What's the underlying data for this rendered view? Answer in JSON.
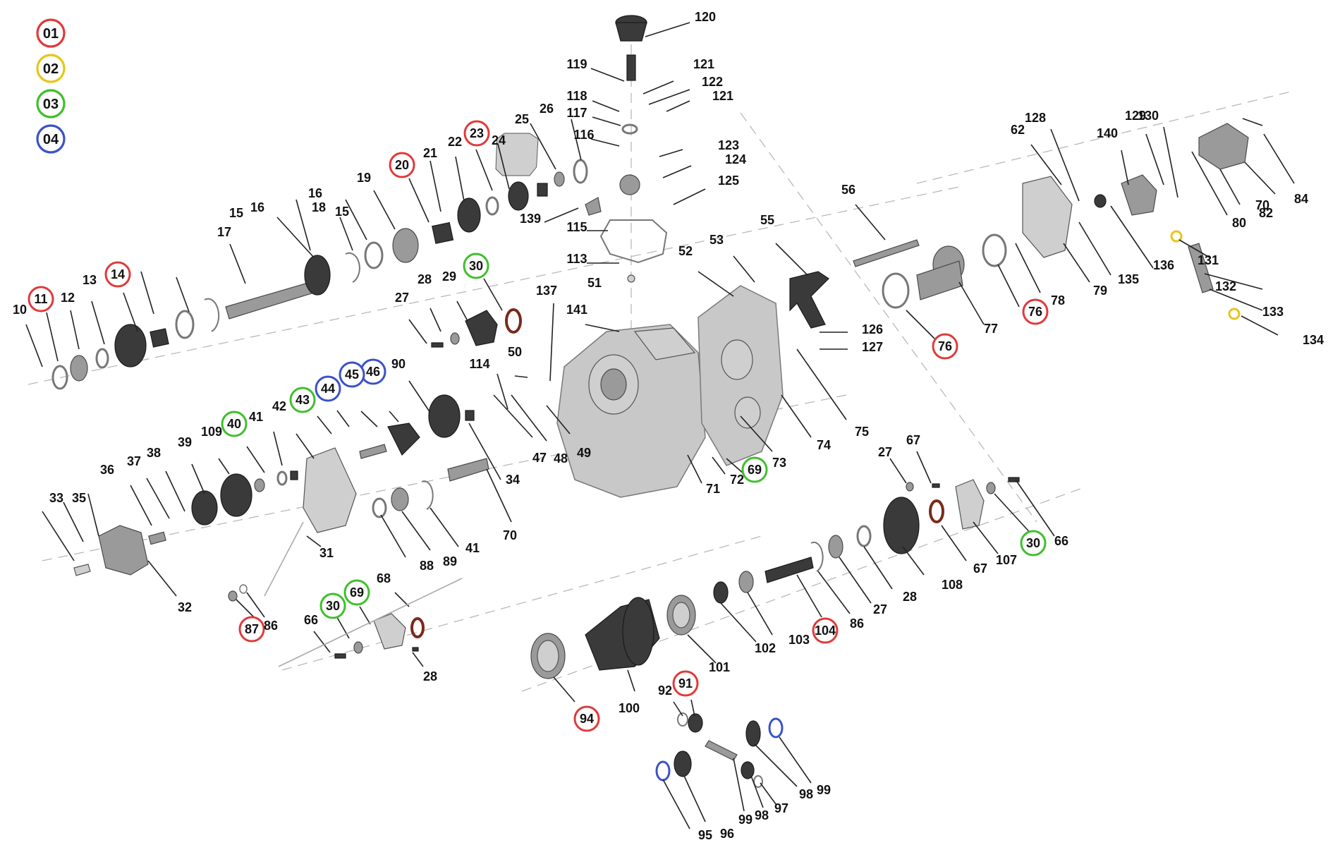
{
  "legend": [
    {
      "code": "01",
      "color": "#e03a3a"
    },
    {
      "code": "02",
      "color": "#e8c51a"
    },
    {
      "code": "03",
      "color": "#3fbf2c"
    },
    {
      "code": "04",
      "color": "#3a52c8"
    }
  ],
  "circle_colors": {
    "red": "#e03a3a",
    "yellow": "#e8c51a",
    "green": "#3fbf2c",
    "blue": "#3a52c8"
  },
  "callouts": [
    {
      "n": "120"
    },
    {
      "n": "119"
    },
    {
      "n": "121"
    },
    {
      "n": "122"
    },
    {
      "n": "121"
    },
    {
      "n": "118"
    },
    {
      "n": "117"
    },
    {
      "n": "116"
    },
    {
      "n": "123"
    },
    {
      "n": "124"
    },
    {
      "n": "125"
    },
    {
      "n": "139"
    },
    {
      "n": "115"
    },
    {
      "n": "113"
    },
    {
      "n": "26"
    },
    {
      "n": "25"
    },
    {
      "n": "24"
    },
    {
      "n": "23",
      "c": "red"
    },
    {
      "n": "22"
    },
    {
      "n": "21"
    },
    {
      "n": "20",
      "c": "red"
    },
    {
      "n": "19"
    },
    {
      "n": "15"
    },
    {
      "n": "16"
    },
    {
      "n": "18"
    },
    {
      "n": "17"
    },
    {
      "n": "16"
    },
    {
      "n": "15"
    },
    {
      "n": "14",
      "c": "red"
    },
    {
      "n": "13"
    },
    {
      "n": "12"
    },
    {
      "n": "11",
      "c": "red"
    },
    {
      "n": "10"
    },
    {
      "n": "30",
      "c": "green"
    },
    {
      "n": "29"
    },
    {
      "n": "28"
    },
    {
      "n": "27"
    },
    {
      "n": "137"
    },
    {
      "n": "141"
    },
    {
      "n": "51"
    },
    {
      "n": "52"
    },
    {
      "n": "53"
    },
    {
      "n": "55"
    },
    {
      "n": "56"
    },
    {
      "n": "62"
    },
    {
      "n": "128"
    },
    {
      "n": "140"
    },
    {
      "n": "129"
    },
    {
      "n": "130"
    },
    {
      "n": "84"
    },
    {
      "n": "70"
    },
    {
      "n": "82"
    },
    {
      "n": "80"
    },
    {
      "n": "131"
    },
    {
      "n": "132"
    },
    {
      "n": "133"
    },
    {
      "n": "134"
    },
    {
      "n": "136"
    },
    {
      "n": "135"
    },
    {
      "n": "79"
    },
    {
      "n": "78"
    },
    {
      "n": "76",
      "c": "red"
    },
    {
      "n": "77"
    },
    {
      "n": "76",
      "c": "red"
    },
    {
      "n": "126"
    },
    {
      "n": "127"
    },
    {
      "n": "75"
    },
    {
      "n": "74"
    },
    {
      "n": "73"
    },
    {
      "n": "72"
    },
    {
      "n": "69",
      "c": "green"
    },
    {
      "n": "71"
    },
    {
      "n": "50"
    },
    {
      "n": "114"
    },
    {
      "n": "47"
    },
    {
      "n": "48"
    },
    {
      "n": "49"
    },
    {
      "n": "90"
    },
    {
      "n": "46",
      "c": "blue"
    },
    {
      "n": "45",
      "c": "blue"
    },
    {
      "n": "44",
      "c": "blue"
    },
    {
      "n": "43",
      "c": "green"
    },
    {
      "n": "42"
    },
    {
      "n": "41"
    },
    {
      "n": "40",
      "c": "green"
    },
    {
      "n": "109"
    },
    {
      "n": "39"
    },
    {
      "n": "38"
    },
    {
      "n": "37"
    },
    {
      "n": "36"
    },
    {
      "n": "35"
    },
    {
      "n": "33"
    },
    {
      "n": "32"
    },
    {
      "n": "31"
    },
    {
      "n": "34"
    },
    {
      "n": "70"
    },
    {
      "n": "41"
    },
    {
      "n": "89"
    },
    {
      "n": "88"
    },
    {
      "n": "87",
      "c": "red"
    },
    {
      "n": "86"
    },
    {
      "n": "68"
    },
    {
      "n": "69",
      "c": "green"
    },
    {
      "n": "30",
      "c": "green"
    },
    {
      "n": "66"
    },
    {
      "n": "28"
    },
    {
      "n": "27"
    },
    {
      "n": "67"
    },
    {
      "n": "108"
    },
    {
      "n": "67"
    },
    {
      "n": "107"
    },
    {
      "n": "30",
      "c": "green"
    },
    {
      "n": "66"
    },
    {
      "n": "28"
    },
    {
      "n": "27"
    },
    {
      "n": "86"
    },
    {
      "n": "104",
      "c": "red"
    },
    {
      "n": "103"
    },
    {
      "n": "102"
    },
    {
      "n": "101"
    },
    {
      "n": "100"
    },
    {
      "n": "94",
      "c": "red"
    },
    {
      "n": "92"
    },
    {
      "n": "91",
      "c": "red"
    },
    {
      "n": "99"
    },
    {
      "n": "98"
    },
    {
      "n": "97"
    },
    {
      "n": "98"
    },
    {
      "n": "99"
    },
    {
      "n": "96"
    },
    {
      "n": "95"
    },
    {
      "n": "96"
    },
    {
      "n": "95"
    }
  ]
}
